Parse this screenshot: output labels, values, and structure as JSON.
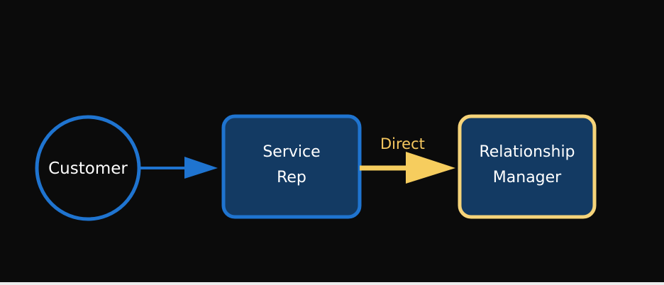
{
  "nodes": {
    "customer": {
      "label": "Customer",
      "shape": "circle",
      "stroke_color": "#1f74d0",
      "fill_color": "#0b0b0b"
    },
    "service_rep": {
      "label_line1": "Service",
      "label_line2": "Rep",
      "shape": "rounded-rectangle",
      "stroke_color": "#1f74d0",
      "fill_color": "#133a63"
    },
    "relationship_manager": {
      "label_line1": "Relationship",
      "label_line2": "Manager",
      "shape": "rounded-rectangle",
      "stroke_color": "#f6d47a",
      "fill_color": "#133a63"
    }
  },
  "edges": [
    {
      "from": "Customer",
      "to": "Service Rep",
      "label": "",
      "color": "#1f74d0"
    },
    {
      "from": "Service Rep",
      "to": "Relationship Manager",
      "label": "Direct",
      "color": "#f6cd5e"
    }
  ],
  "background_color": "#0b0b0b"
}
